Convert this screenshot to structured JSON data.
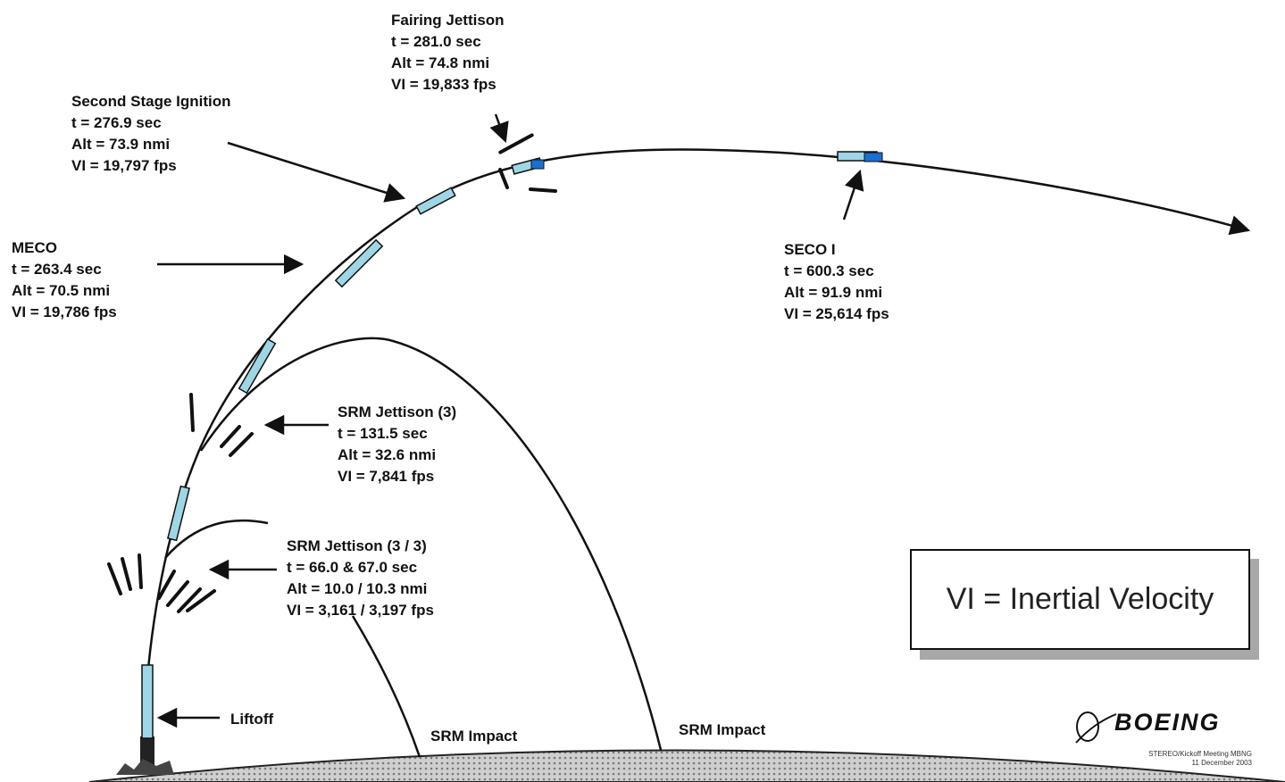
{
  "events": {
    "fairing": {
      "name": "Fairing Jettison",
      "t": "t = 281.0 sec",
      "alt": "Alt = 74.8 nmi",
      "vi": "VI = 19,833 fps"
    },
    "second_stage": {
      "name": "Second Stage Ignition",
      "t": "t = 276.9 sec",
      "alt": "Alt = 73.9 nmi",
      "vi": "VI = 19,797 fps"
    },
    "meco": {
      "name": "MECO",
      "t": "t = 263.4 sec",
      "alt": "Alt = 70.5 nmi",
      "vi": "VI = 19,786 fps"
    },
    "seco": {
      "name": "SECO I",
      "t": "t = 600.3 sec",
      "alt": "Alt = 91.9 nmi",
      "vi": "VI = 25,614 fps"
    },
    "srm3": {
      "name": "SRM Jettison (3)",
      "t": "t = 131.5 sec",
      "alt": "Alt = 32.6 nmi",
      "vi": "VI = 7,841 fps"
    },
    "srm33": {
      "name": "SRM Jettison (3 / 3)",
      "t": "t = 66.0 & 67.0 sec",
      "alt": "Alt = 10.0 / 10.3 nmi",
      "vi": "VI = 3,161 / 3,197 fps"
    },
    "liftoff": {
      "name": "Liftoff"
    },
    "impact1": {
      "name": "SRM Impact"
    },
    "impact2": {
      "name": "SRM Impact"
    }
  },
  "legend": {
    "text": "VI = Inertial Velocity"
  },
  "branding": {
    "logo_text": "BOEING",
    "footer_line1": "STEREO/Kickoff Meeting MBNG",
    "footer_line2": "11 December 2003"
  },
  "colors": {
    "ink": "#111111",
    "rocket_body": "#9fd6e6",
    "upper_stage": "#1a6fd0",
    "ground": "#b8b8b8"
  }
}
